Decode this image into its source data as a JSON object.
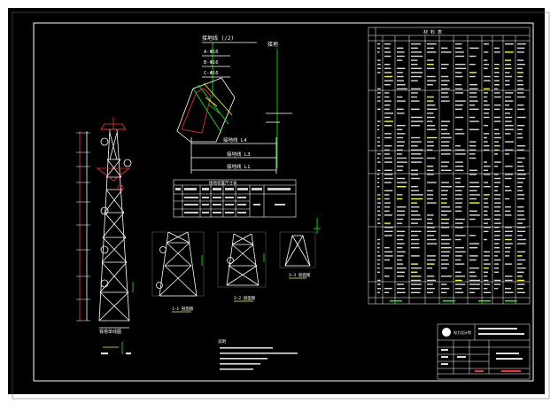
{
  "drawing": {
    "background": "#000000",
    "line_color": "#ffffff",
    "accent_yellow": "#ffff00",
    "accent_green": "#00ff00",
    "accent_red": "#ff3030",
    "accent_cyan": "#00ffff"
  },
  "detail": {
    "top_label": "接地线 (/2)",
    "tag_a": "A-Φ16",
    "tag_b": "B-Φ16",
    "tag_c": "C-Φ16",
    "side_label": "接地",
    "dim_l4": "接地线 L4",
    "dim_l3": "接地线 L3",
    "dim_l1": "接地线 L1"
  },
  "schedule_table": {
    "title": "接地装置尺寸表"
  },
  "views": {
    "tower_caption": "铁塔单线图",
    "view1_caption": "1—1 剖面图",
    "view2_caption": "2—2 剖面图",
    "view3_caption": "3—3 剖面图"
  },
  "notes": {
    "heading": "说明"
  },
  "bom": {
    "title": "材 料 表"
  },
  "title_block": {
    "company": "电力设计院"
  }
}
